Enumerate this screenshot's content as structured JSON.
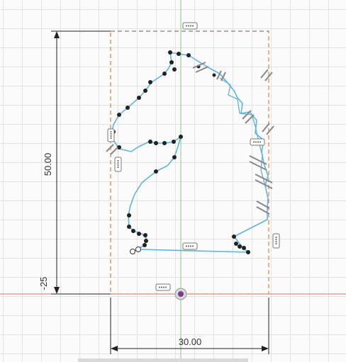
{
  "sketch": {
    "dimensions": {
      "height_label": "50.00",
      "width_label": "30.00",
      "offset_label": "-25"
    },
    "colors": {
      "profile": "#5fb4dc",
      "bounding_box": "#e08a48",
      "y_axis": "#7fcf7f",
      "x_axis": "#e06a6a",
      "dimension_line": "#222222",
      "point": "#222222"
    },
    "icons": [
      "horizontal-constraint-icon",
      "parallel-constraint-icon",
      "origin-point-icon",
      "vertical-constraint-icon"
    ]
  }
}
